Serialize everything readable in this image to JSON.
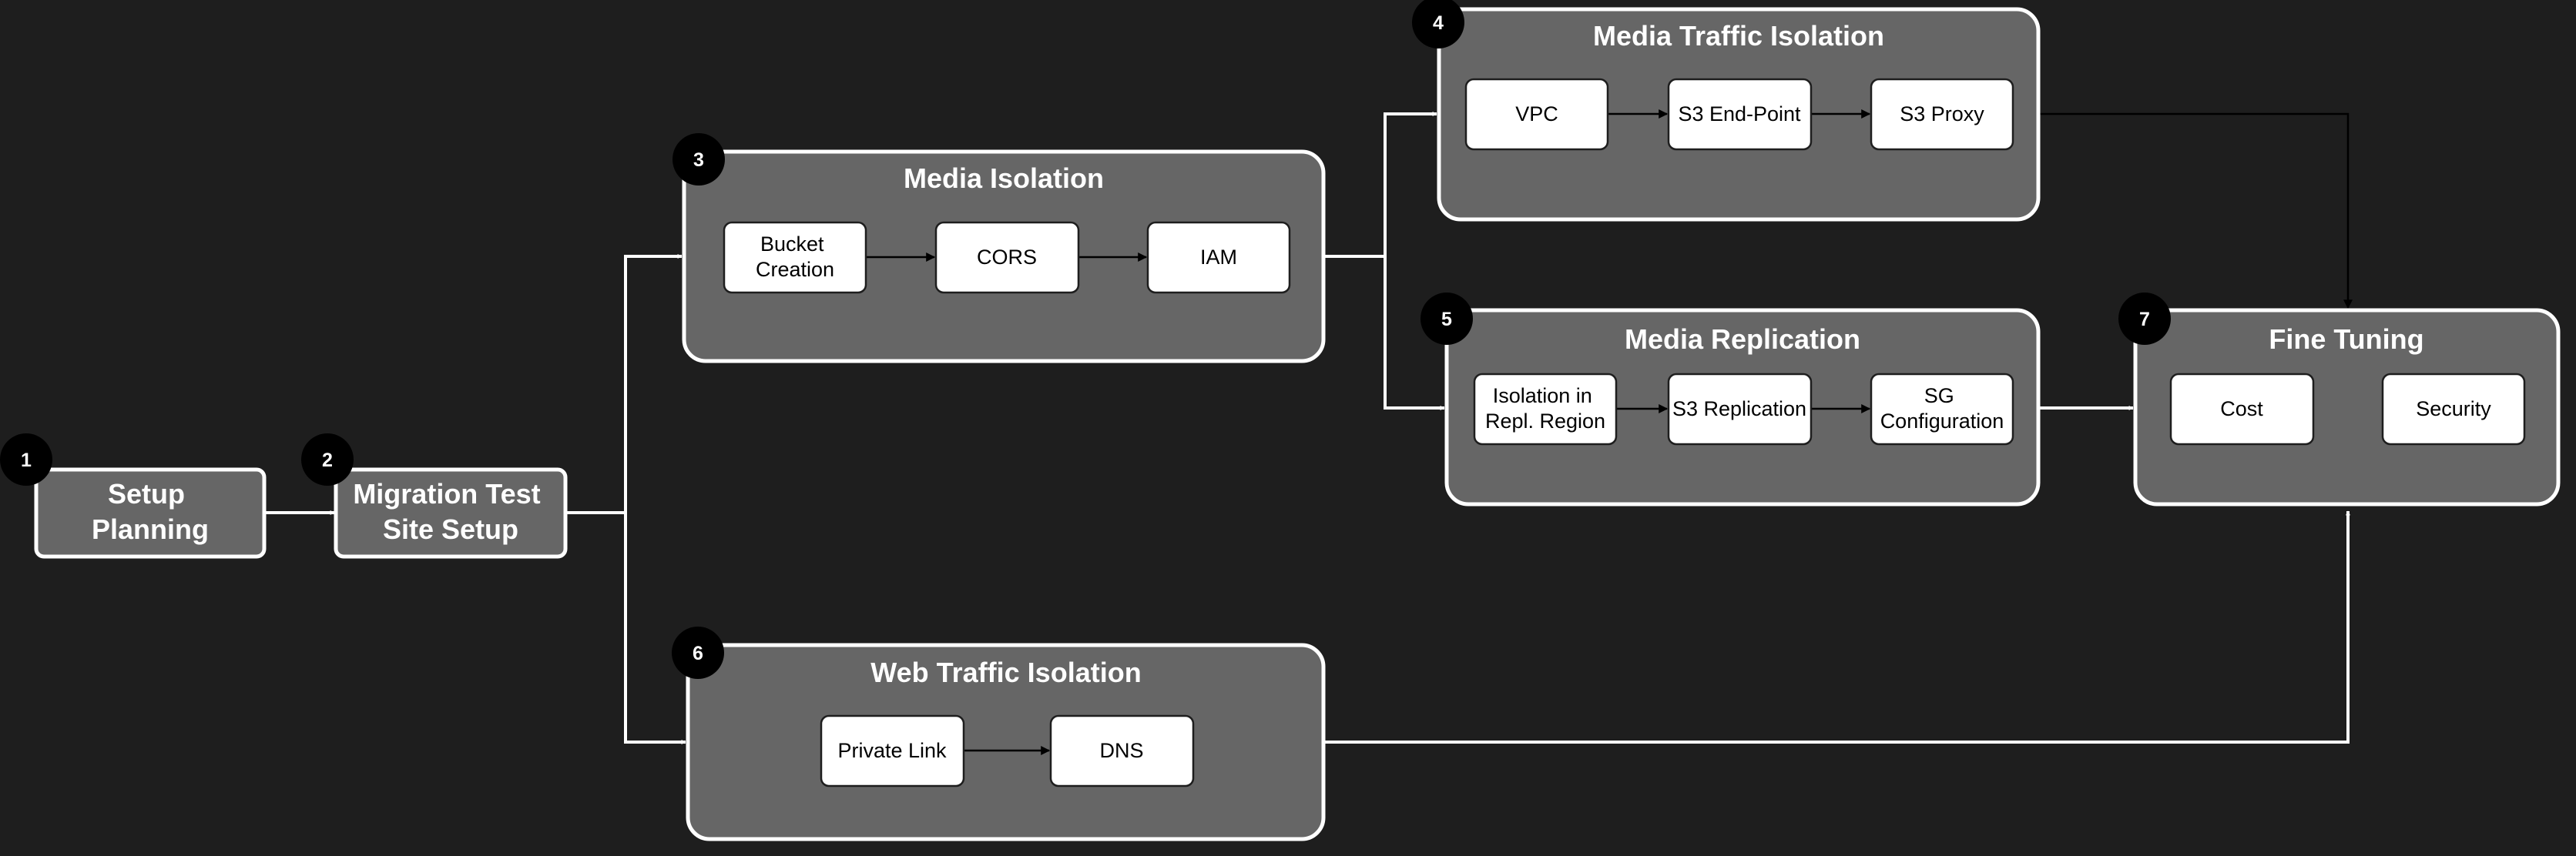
{
  "steps": {
    "s1": {
      "number": "1",
      "title_lines": [
        "Setup",
        "Planning"
      ]
    },
    "s2": {
      "number": "2",
      "title_lines": [
        "Migration Test",
        "Site Setup"
      ]
    },
    "s3": {
      "number": "3",
      "title": "Media Isolation",
      "items": [
        [
          "Bucket",
          "Creation"
        ],
        [
          "CORS"
        ],
        [
          "IAM"
        ]
      ]
    },
    "s4": {
      "number": "4",
      "title": "Media Traffic Isolation",
      "items": [
        [
          "VPC"
        ],
        [
          "S3 End-Point"
        ],
        [
          "S3 Proxy"
        ]
      ]
    },
    "s5": {
      "number": "5",
      "title": "Media Replication",
      "items": [
        [
          "Isolation in",
          "Repl. Region"
        ],
        [
          "S3 Replication"
        ],
        [
          "SG",
          "Configuration"
        ]
      ]
    },
    "s6": {
      "number": "6",
      "title": "Web Traffic Isolation",
      "items": [
        [
          "Private Link"
        ],
        [
          "DNS"
        ]
      ]
    },
    "s7": {
      "number": "7",
      "title": "Fine Tuning",
      "items": [
        [
          "Cost"
        ],
        [
          "Security"
        ]
      ]
    }
  },
  "colors": {
    "background": "#1e1e1e",
    "container_fill": "#666666",
    "container_stroke": "#ffffff",
    "inner_fill": "#ffffff",
    "badge": "#000000"
  }
}
